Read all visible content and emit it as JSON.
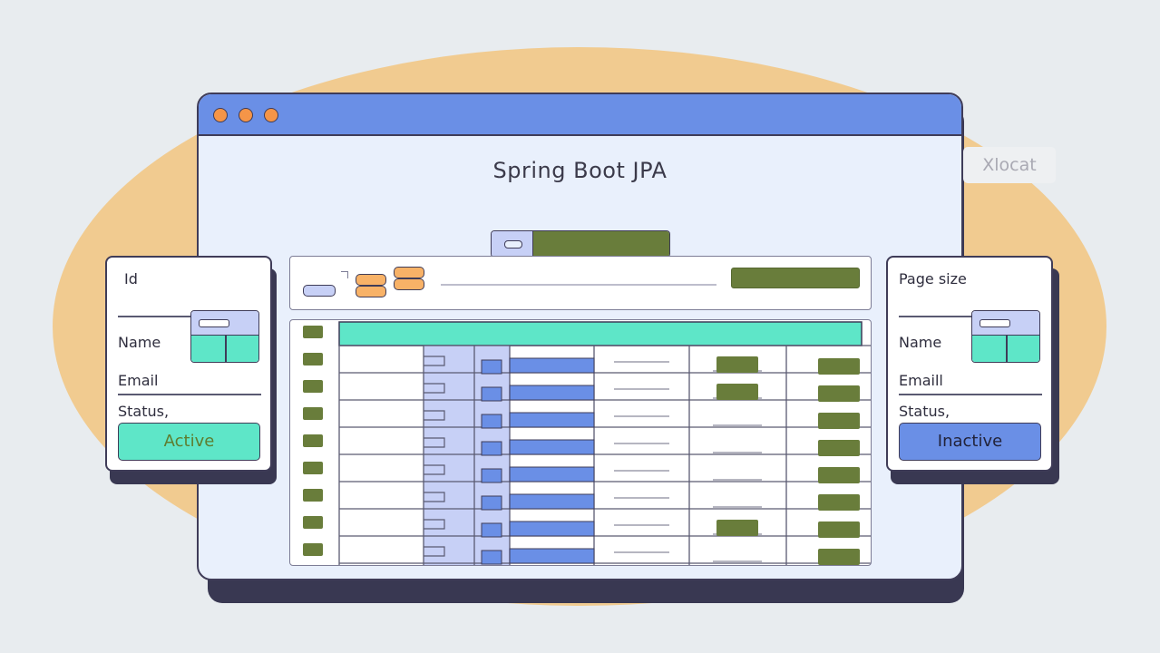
{
  "window": {
    "title": "Spring Boot JPA",
    "traffic_light_color": "#f59548",
    "titlebar_color": "#6a8fe6"
  },
  "watermark": "Xlocat",
  "left_card": {
    "field_id": "Id",
    "field_name": "Name",
    "field_email": "Email",
    "field_status": "Status,",
    "status_value": "Active",
    "status_bg": "#5ee6c8",
    "status_fg": "#5e7d2f"
  },
  "right_card": {
    "field_page_size": "Page size",
    "field_name": "Name",
    "field_email": "Emaill",
    "field_status": "Status,",
    "status_value": "Inactive",
    "status_bg": "#6a8fe6",
    "status_fg": "#22233a"
  },
  "colors": {
    "accent_green": "#697d3b",
    "accent_teal": "#5ee6c8",
    "accent_blue": "#6a8fe6",
    "accent_orange": "#f8b267"
  }
}
